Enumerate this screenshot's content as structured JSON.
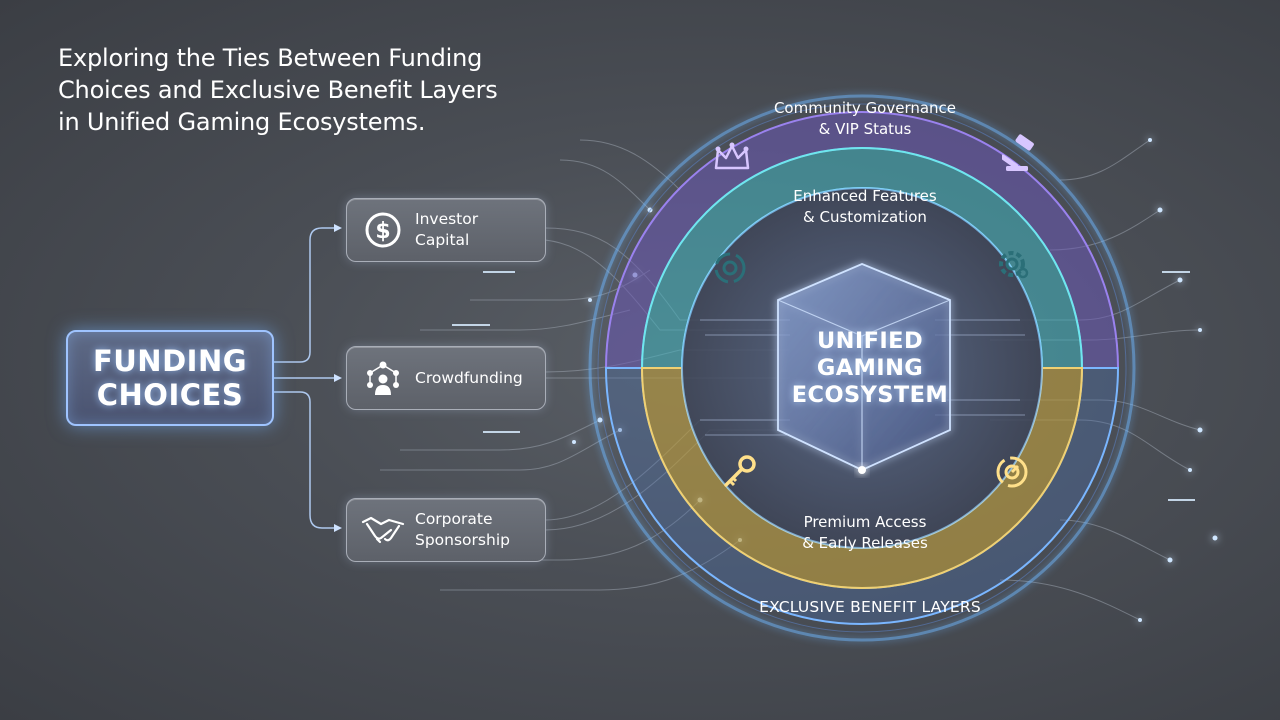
{
  "title": {
    "line1": "Exploring the Ties Between Funding",
    "line2": "Choices and Exclusive Benefit Layers",
    "line3": "in Unified Gaming Ecosystems."
  },
  "funding": {
    "line1": "FUNDING",
    "line2": "CHOICES"
  },
  "sources": [
    {
      "line1": "Investor",
      "line2": "Capital",
      "icon": "dollar-icon"
    },
    {
      "line1": "Crowdfunding",
      "line2": "",
      "icon": "network-people-icon"
    },
    {
      "line1": "Corporate",
      "line2": "Sponsorship",
      "icon": "handshake-icon"
    }
  ],
  "layers": {
    "outer_ring": {
      "line1": "Community Governance",
      "line2": "& VIP Status",
      "icons": [
        "crown-icon",
        "gavel-icon"
      ]
    },
    "middle_ring": {
      "line1": "Enhanced Features",
      "line2": "& Customization",
      "icons": [
        "gear-cycle-icon",
        "gear-icon"
      ]
    },
    "inner_ring": {
      "line1": "Premium Access",
      "line2": "& Early Releases",
      "icons": [
        "key-icon",
        "clock-icon"
      ]
    },
    "core": {
      "line1": "UNIFIED",
      "line2": "GAMING",
      "line3": "ECOSYSTEM"
    },
    "outer_label": "EXCLUSIVE BENEFIT LAYERS"
  },
  "colors": {
    "purple_ring": "#7a5fcf",
    "teal_ring": "#45c9cf",
    "gold_ring": "#d7b64c",
    "blue_glow": "#6fb8ff",
    "background": "#4a4e55"
  }
}
